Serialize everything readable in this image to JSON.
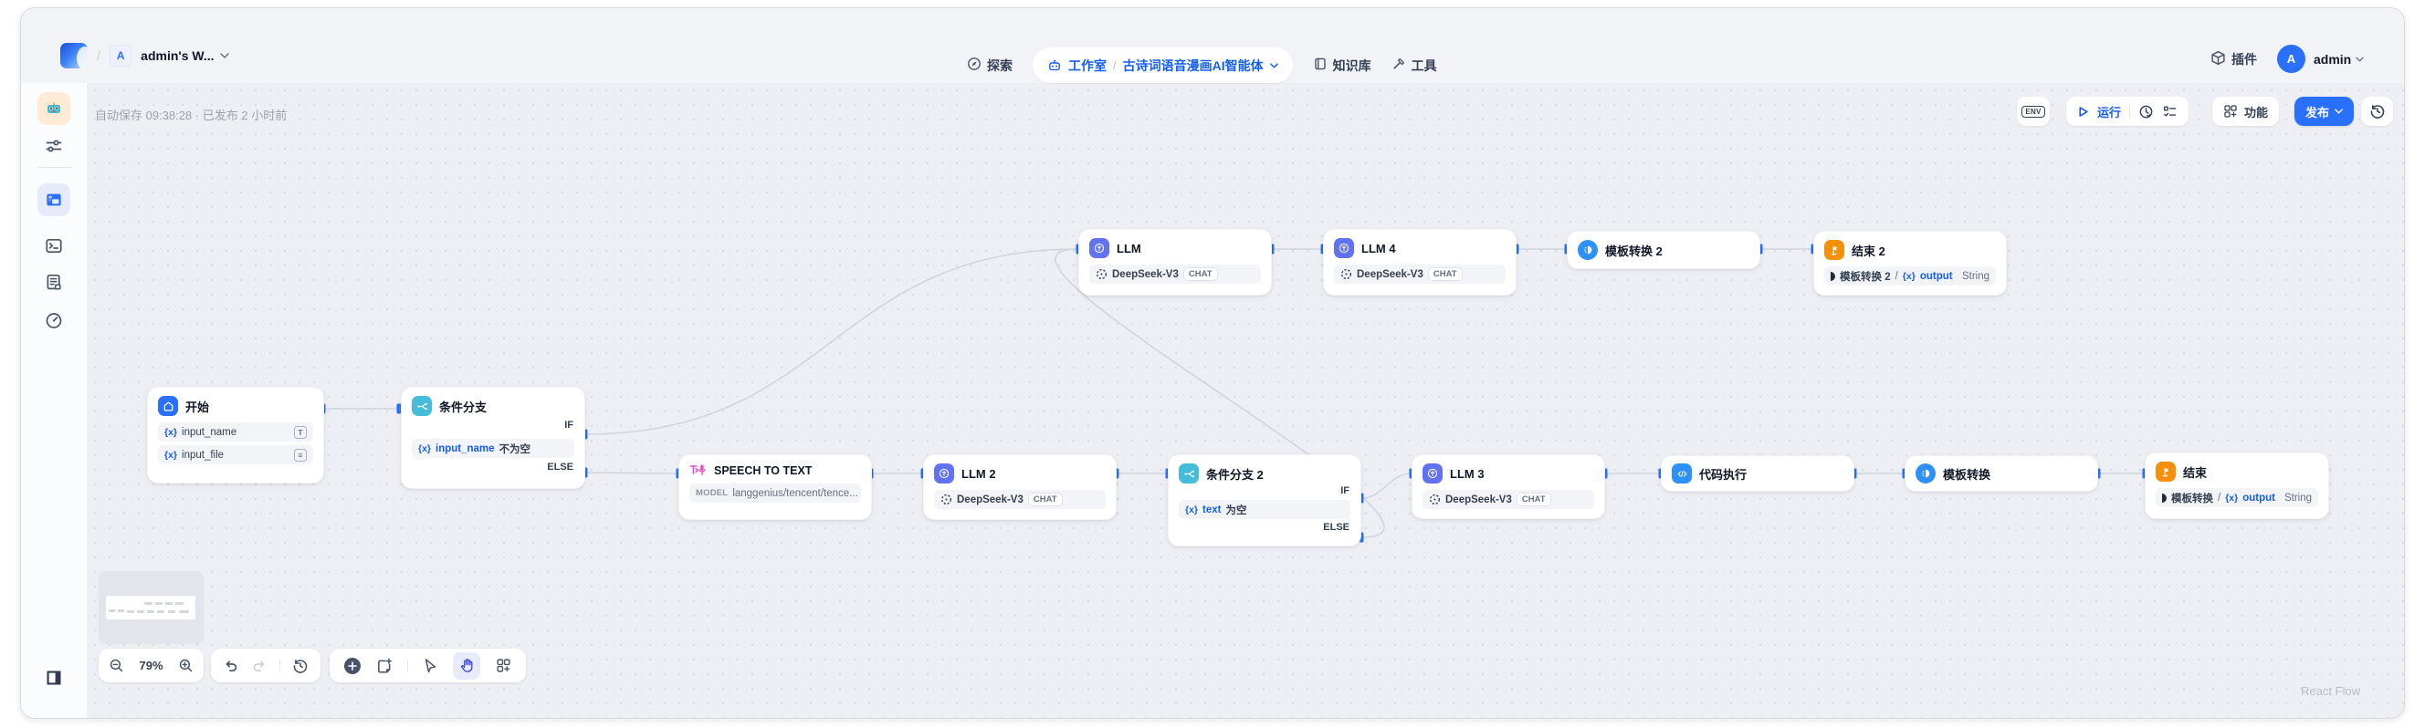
{
  "header": {
    "workspace_initial": "A",
    "workspace": "admin's W...",
    "nav": {
      "explore": "探索",
      "studio": "工作室",
      "app_name": "古诗词语音漫画AI智能体",
      "knowledge": "知识库",
      "tools": "工具"
    },
    "plugins": "插件",
    "user_initial": "A",
    "user": "admin"
  },
  "statusbar": {
    "autosave": "自动保存 09:38:28 · 已发布 2 小时前"
  },
  "toolbar": {
    "env": "ENV",
    "run": "运行",
    "features": "功能",
    "publish": "发布"
  },
  "tokens": {
    "var": "{x}",
    "slash": "/"
  },
  "canvas": {
    "nodes": {
      "start": {
        "title": "开始",
        "var1": "input_name",
        "var2": "input_file"
      },
      "ifelse": {
        "title": "条件分支",
        "if_label": "IF",
        "else_label": "ELSE",
        "condition_var": "input_name",
        "condition_op": "不为空"
      },
      "stt": {
        "title": "SPEECH TO TEXT",
        "model_label": "MODEL",
        "model": "langgenius/tencent/tence..."
      },
      "llm": {
        "title": "LLM",
        "model": "DeepSeek-V3",
        "badge": "CHAT"
      },
      "llm2": {
        "title": "LLM 2",
        "model": "DeepSeek-V3",
        "badge": "CHAT"
      },
      "llm3": {
        "title": "LLM 3",
        "model": "DeepSeek-V3",
        "badge": "CHAT"
      },
      "llm4": {
        "title": "LLM 4",
        "model": "DeepSeek-V3",
        "badge": "CHAT"
      },
      "ifelse2": {
        "title": "条件分支 2",
        "if_label": "IF",
        "else_label": "ELSE",
        "condition_var": "text",
        "condition_op": "为空"
      },
      "code": {
        "title": "代码执行"
      },
      "tpl": {
        "title": "模板转换"
      },
      "tpl2": {
        "title": "模板转换 2"
      },
      "end": {
        "title": "结束",
        "output_source": "模板转换",
        "output_var": "output",
        "output_type": "String"
      },
      "end2": {
        "title": "结束 2",
        "output_source": "模板转换 2",
        "output_var": "output",
        "output_type": "String"
      }
    }
  },
  "controls": {
    "zoom": "79%"
  },
  "watermark": "React Flow",
  "colors": {
    "accent_text": "#155eef",
    "publish_button": "#2970ff",
    "handle": "#2970ff",
    "edge": "#d0d5dd",
    "llm_icon": "#6172f3",
    "ifelse_icon": "#45bdda",
    "template_icon": "#2e90fa",
    "code_icon": "#2e90fa",
    "end_icon": "#f79009",
    "start_icon": "#2970ff",
    "stt_icon": "#ee46bc"
  }
}
